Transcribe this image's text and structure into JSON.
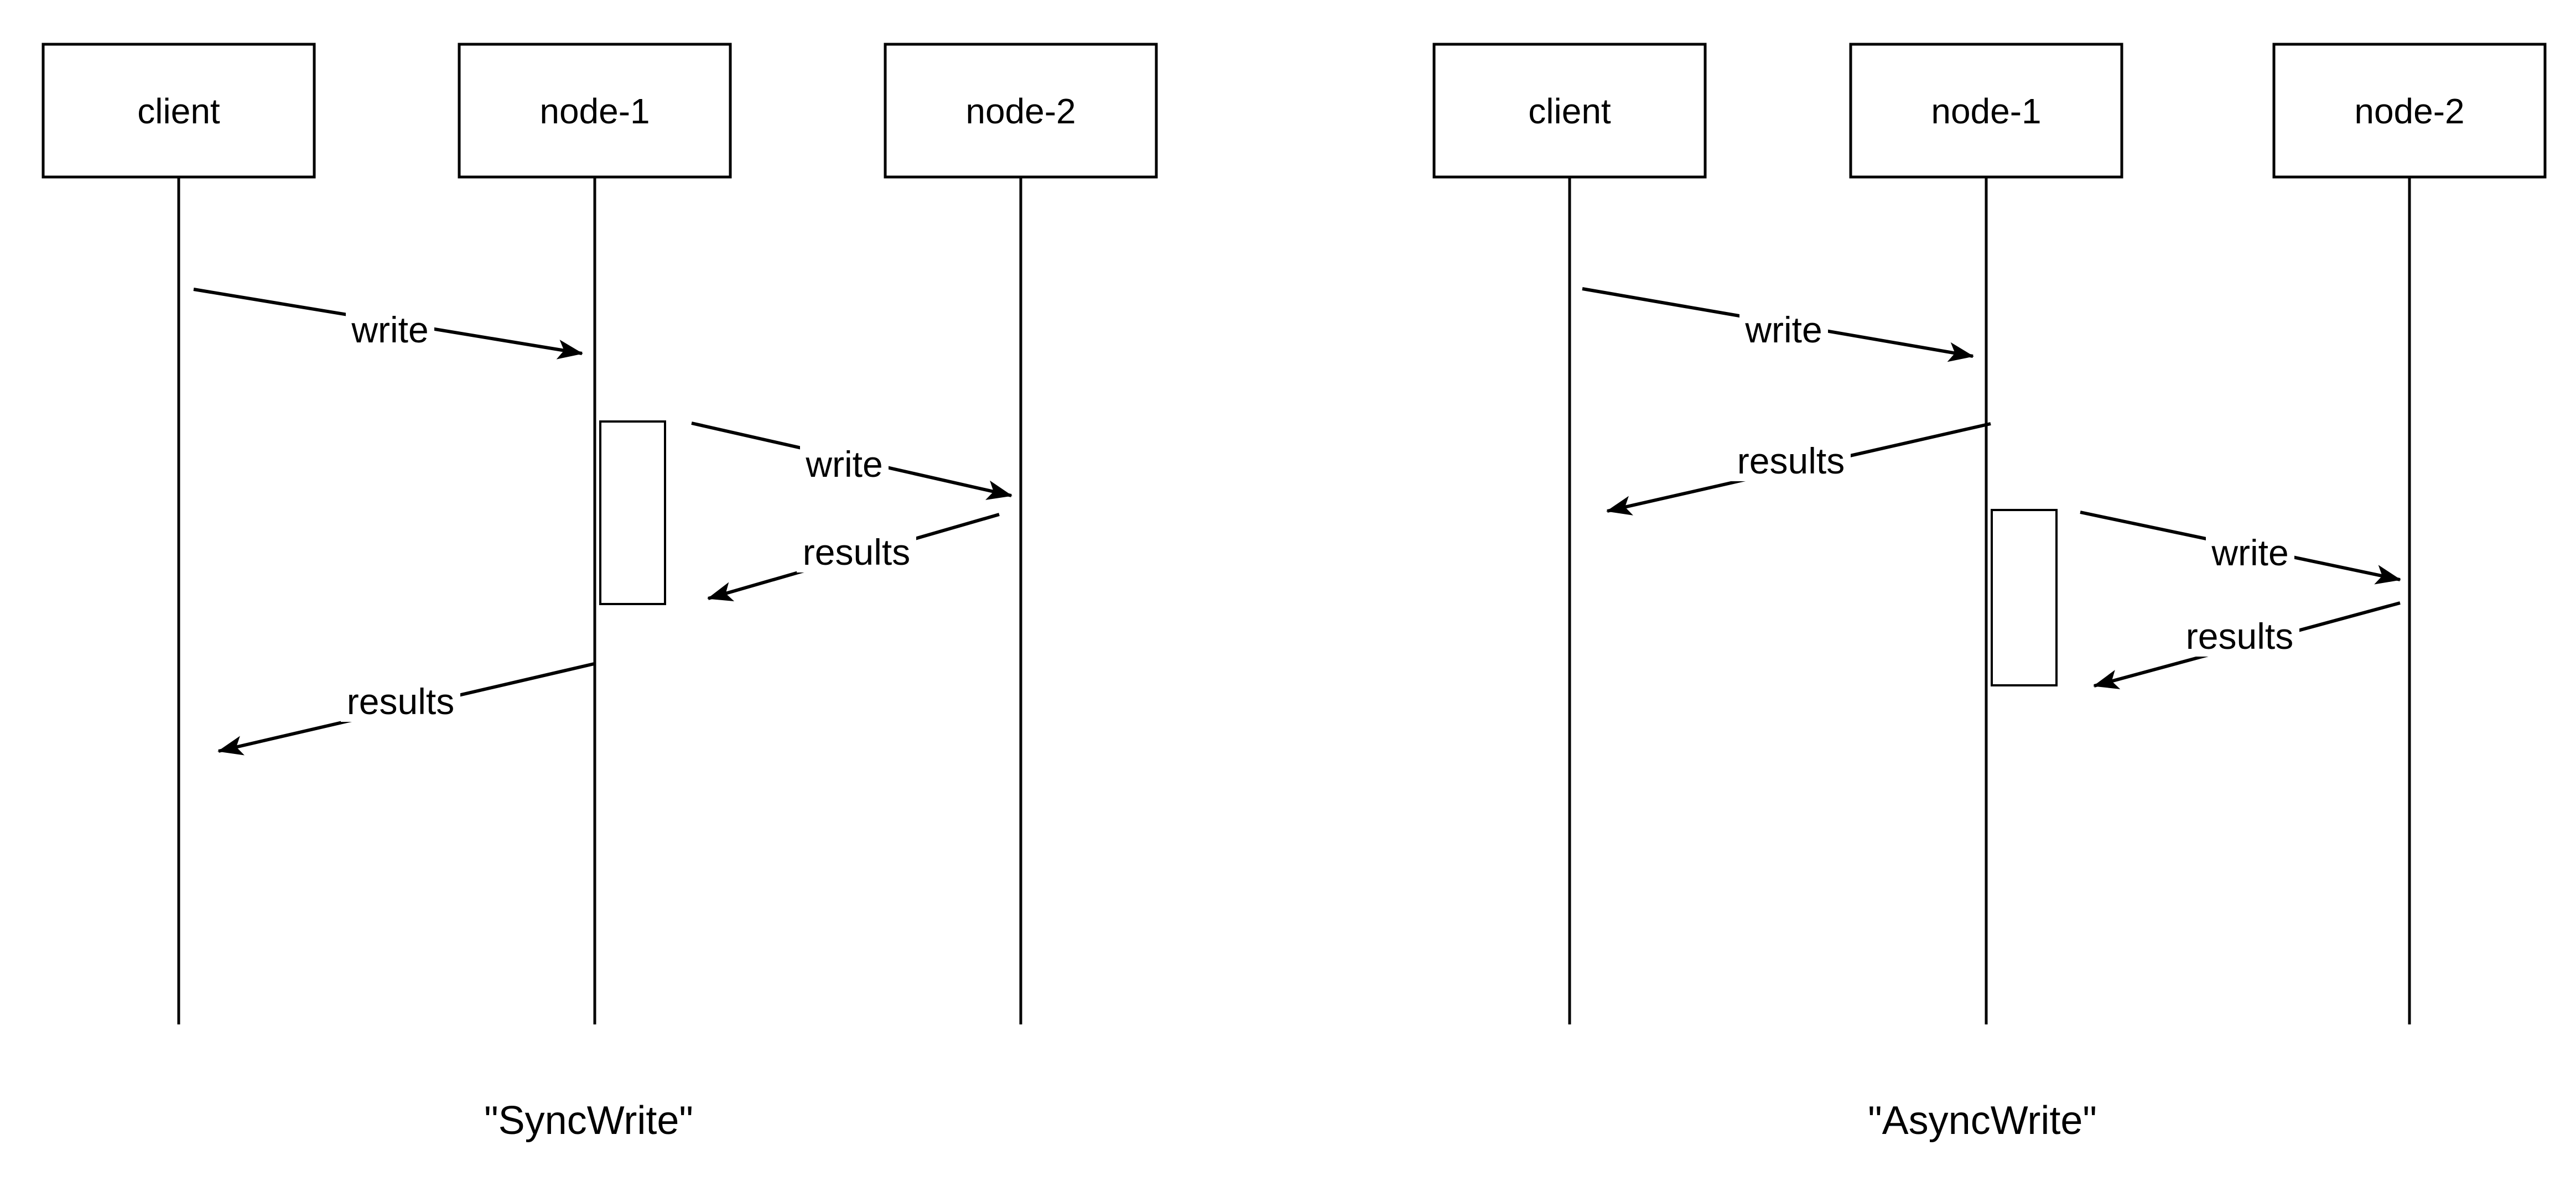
{
  "page": {
    "background": "#ffffff"
  },
  "colors": {
    "line": "#000000",
    "fill": "#ffffff",
    "text": "#000000"
  },
  "diagrams": [
    {
      "caption": "\"SyncWrite\"",
      "actors": [
        {
          "label": "client"
        },
        {
          "label": "node-1"
        },
        {
          "label": "node-2"
        }
      ],
      "messages": [
        {
          "label": "write",
          "from": "client",
          "to": "node-1"
        },
        {
          "label": "write",
          "from": "node-1",
          "to": "node-2"
        },
        {
          "label": "results",
          "from": "node-2",
          "to": "node-1"
        },
        {
          "label": "results",
          "from": "node-1",
          "to": "client"
        }
      ]
    },
    {
      "caption": "\"AsyncWrite\"",
      "actors": [
        {
          "label": "client"
        },
        {
          "label": "node-1"
        },
        {
          "label": "node-2"
        }
      ],
      "messages": [
        {
          "label": "write",
          "from": "client",
          "to": "node-1"
        },
        {
          "label": "results",
          "from": "node-1",
          "to": "client"
        },
        {
          "label": "write",
          "from": "node-1",
          "to": "node-2"
        },
        {
          "label": "results",
          "from": "node-2",
          "to": "node-1"
        }
      ]
    }
  ]
}
